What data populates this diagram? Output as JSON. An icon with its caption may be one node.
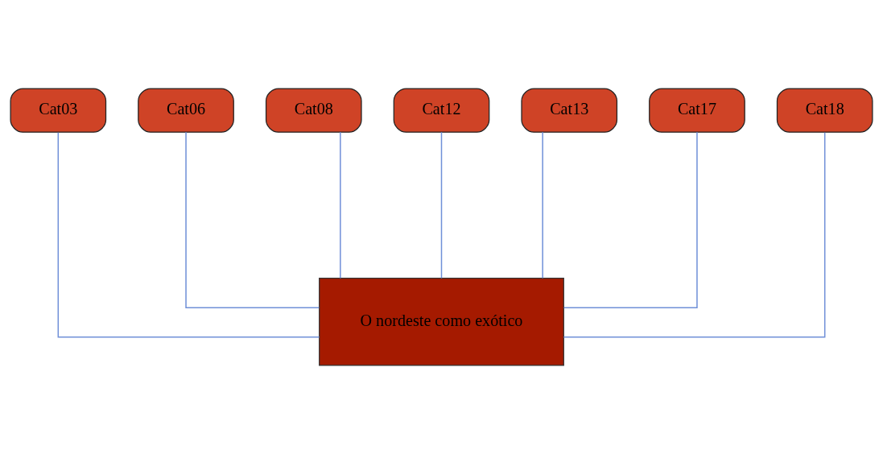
{
  "diagram": {
    "nodes": [
      {
        "text": [
          "Cat03"
        ]
      },
      {
        "text": [
          "Cat06"
        ]
      },
      {
        "text": [
          "Cat08"
        ]
      },
      {
        "text": [
          "Cat12"
        ]
      },
      {
        "text": [
          "Cat13"
        ]
      },
      {
        "text": [
          "Cat17"
        ]
      },
      {
        "text": [
          "Cat18"
        ]
      },
      {
        "text": [
          "O nordeste como exótico"
        ]
      }
    ],
    "edges": [
      {
        "from": 0,
        "to": 7,
        "arrow": "none"
      },
      {
        "from": 1,
        "to": 7,
        "arrow": "none"
      },
      {
        "from": 2,
        "to": 7,
        "arrow": "none"
      },
      {
        "from": 3,
        "to": 7,
        "arrow": "none"
      },
      {
        "from": 4,
        "to": 7,
        "arrow": "none"
      },
      {
        "from": 5,
        "to": 7,
        "arrow": "none"
      },
      {
        "from": 6,
        "to": 7,
        "arrow": "none"
      }
    ]
  }
}
